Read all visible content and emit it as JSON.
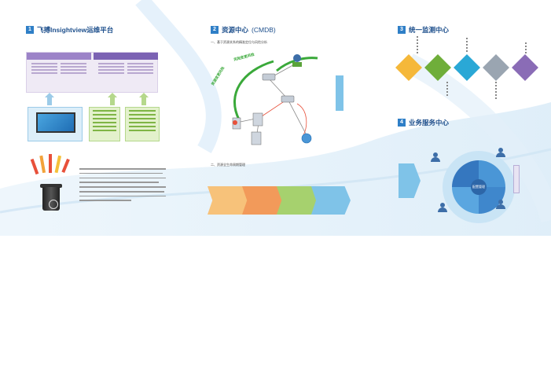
{
  "colors": {
    "title_blue": "#1d4f8c",
    "badge_blue": "#2f7fc7",
    "green": "#3aa93a",
    "purple": "#8a6cb6",
    "orange": "#f2a23a",
    "light_blue": "#7fc3e8"
  },
  "section1": {
    "number": "1",
    "title": "飞搏Insightview运维平台"
  },
  "section2": {
    "number": "2",
    "title": "资源中心",
    "title_suffix": "(CMDB)",
    "subtitle": "一、基于资源关系的精准定位与风险分析",
    "subtitle2": "二、资源全生命周期管理",
    "arc_left": "资源变更风险",
    "arc_top": "风险变更风险"
  },
  "section3": {
    "number": "3",
    "title": "统一监测中心"
  },
  "section4": {
    "number": "4",
    "title": "业务服务中心",
    "center_label": "配置管理"
  },
  "icons": [
    "server-icon",
    "user-icon",
    "recycle-icon",
    "monitor-icon",
    "globe-icon"
  ]
}
